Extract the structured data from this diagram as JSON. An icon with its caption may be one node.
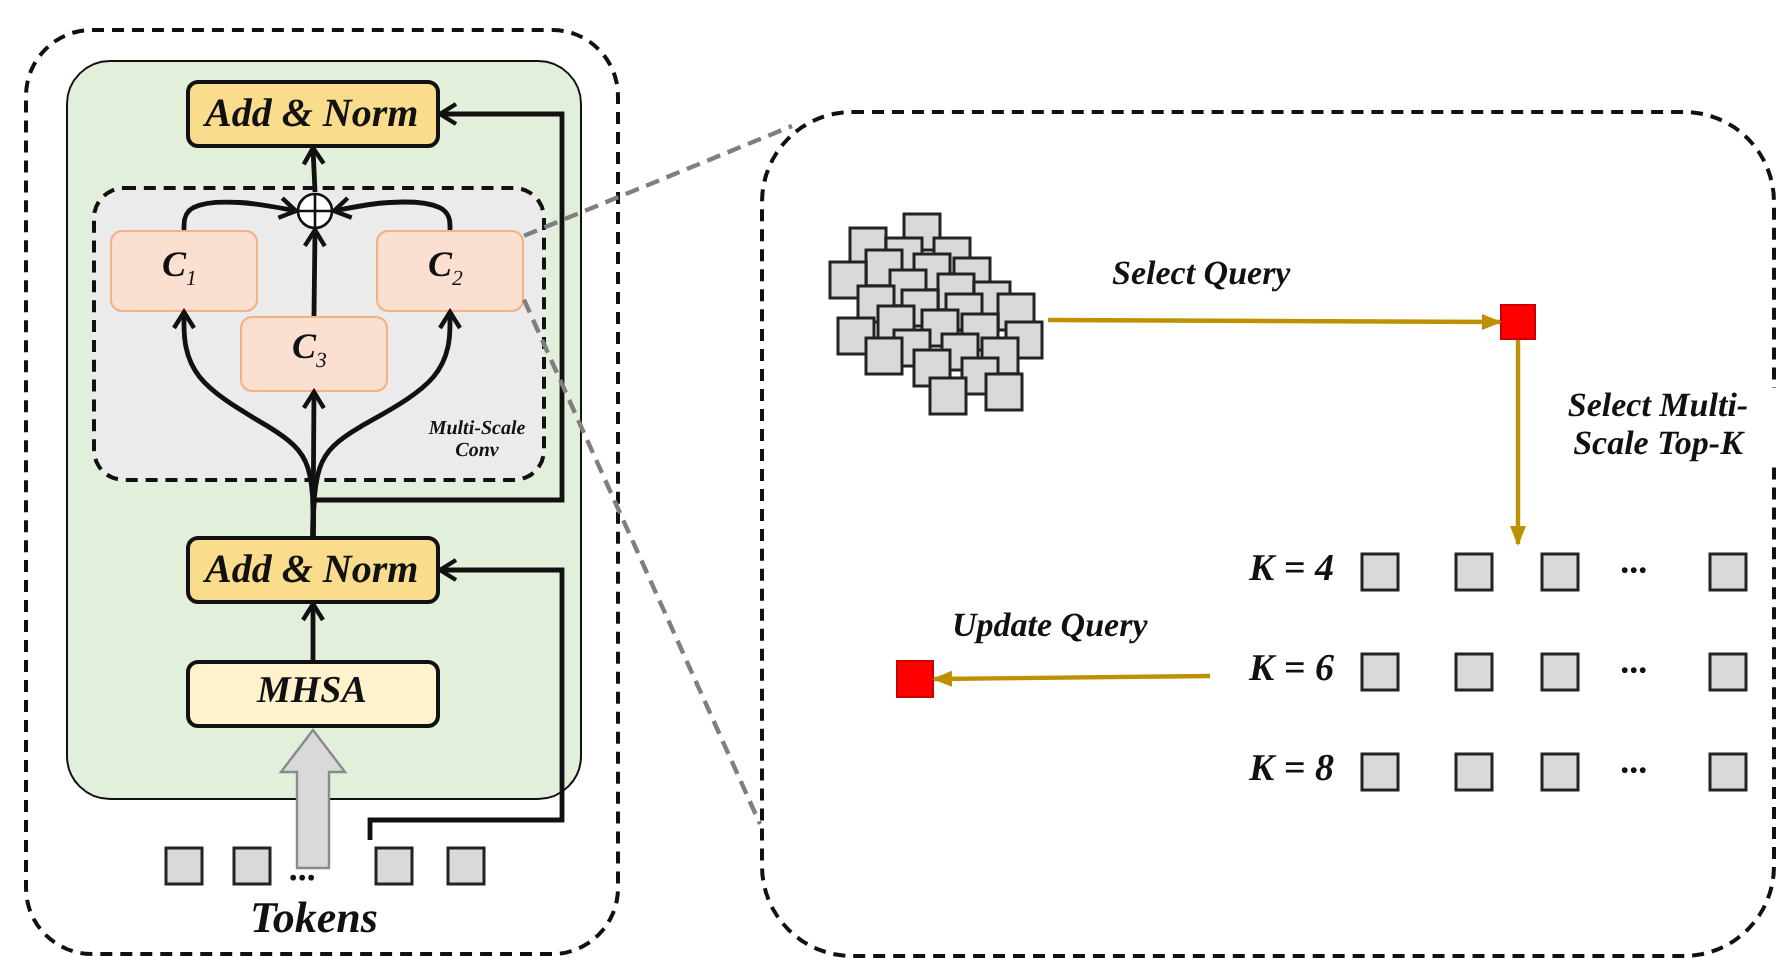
{
  "diagram": {
    "nodes": [
      {
        "text": [],
        "shape": "box"
      },
      {
        "text": [],
        "shape": "box",
        "in": 0
      },
      {
        "text": [
          "Add & Norm"
        ],
        "in": 1
      },
      {
        "text": [
          "Multi-Scale Conv"
        ],
        "in": 1
      },
      {
        "text": [],
        "shape": "circle",
        "in": 3
      },
      {
        "text": [
          "C$_{1}$"
        ],
        "in": 3
      },
      {
        "text": [
          "C$_{3}$"
        ],
        "in": 3
      },
      {
        "text": [
          "C$_{2}$"
        ],
        "in": 3
      },
      {
        "text": [
          "Add & Norm"
        ],
        "in": 1
      },
      {
        "text": [
          "MHSA"
        ],
        "in": 1
      },
      {
        "text": [
          "Tokens"
        ],
        "in": 0
      },
      {
        "text": [],
        "shape": "box"
      },
      {
        "text": [],
        "shape": "picture",
        "in": 11
      },
      {
        "text": [],
        "shape": "box",
        "in": 11
      },
      {
        "text": [
          "K = 4",
          "K = 6",
          "K = 8"
        ],
        "in": 11
      },
      {
        "text": [],
        "shape": "box",
        "in": 11
      }
    ],
    "edges": [
      {
        "from": 9,
        "to": 8,
        "arrow": "to"
      },
      {
        "from": 8,
        "to": 5,
        "arrow": "to"
      },
      {
        "from": 8,
        "to": 6,
        "arrow": "to"
      },
      {
        "from": 8,
        "to": 7,
        "arrow": "to"
      },
      {
        "from": 8,
        "to": 2,
        "arrow": "to"
      },
      {
        "from": 5,
        "to": 4,
        "arrow": "to"
      },
      {
        "from": 6,
        "to": 4,
        "arrow": "to"
      },
      {
        "from": 7,
        "to": 4,
        "arrow": "to"
      },
      {
        "from": 4,
        "to": 2,
        "arrow": "to"
      },
      {
        "from": 10,
        "to": 9,
        "arrow": "to",
        "style": "thick",
        "color": "#d9d9d9"
      },
      {
        "from": 10,
        "to": 8,
        "arrow": "to"
      },
      {
        "from": 7,
        "to": 11,
        "arrow": "none",
        "style": "dashed",
        "color": "#7f7f7f"
      },
      {
        "from": 7,
        "to": 11,
        "arrow": "none",
        "style": "dashed",
        "color": "#7f7f7f"
      },
      {
        "from": 12,
        "to": 13,
        "arrow": "to",
        "label": "Select Query",
        "color": "#bf9000"
      },
      {
        "from": 13,
        "to": 14,
        "arrow": "to",
        "label": "Select Multi-Scale Top-K",
        "color": "#bf9000"
      },
      {
        "from": 14,
        "to": 15,
        "arrow": "to",
        "label": "Update Query",
        "color": "#bf9000"
      }
    ],
    "labels": [
      "...",
      "···",
      "···",
      "···"
    ]
  }
}
